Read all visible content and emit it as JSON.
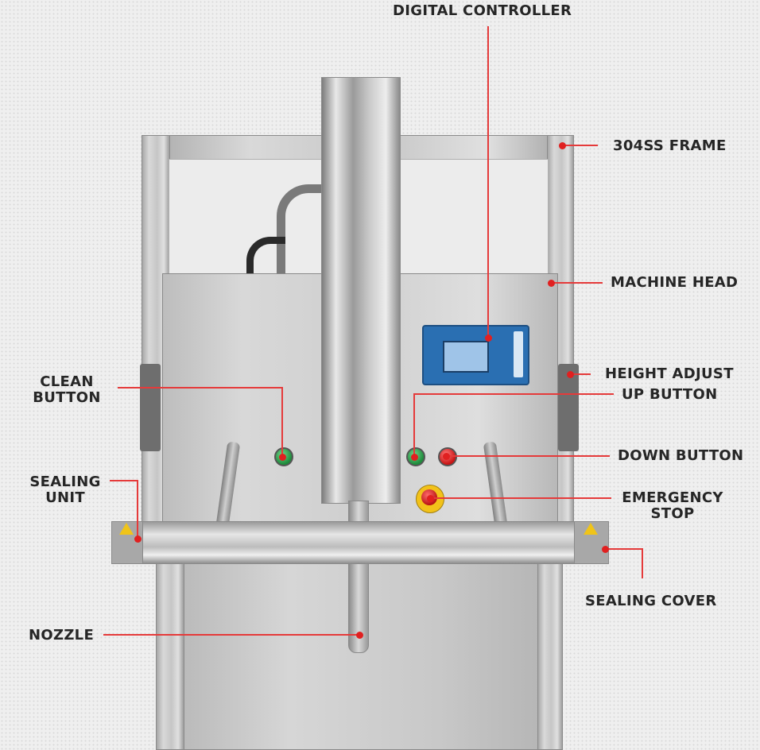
{
  "labels": {
    "digital_controller": "DIGITAL CONTROLLER",
    "frame": "304SS FRAME",
    "machine_head": "MACHINE HEAD",
    "height_adjust": "HEIGHT ADJUST",
    "up_button": "UP BUTTON",
    "clean_button_line1": "CLEAN",
    "clean_button_line2": "BUTTON",
    "down_button": "DOWN BUTTON",
    "sealing_unit_line1": "SEALING",
    "sealing_unit_line2": "UNIT",
    "emergency_stop_line1": "EMERGENCY",
    "emergency_stop_line2": "STOP",
    "sealing_cover": "SEALING COVER",
    "nozzle": "NOZZLE"
  },
  "colors": {
    "callout_line": "#e53a3a",
    "callout_dot": "#e02020",
    "label_text": "#262626",
    "controller_panel": "#2a6fb2",
    "estop_ring": "#f2c21a"
  }
}
